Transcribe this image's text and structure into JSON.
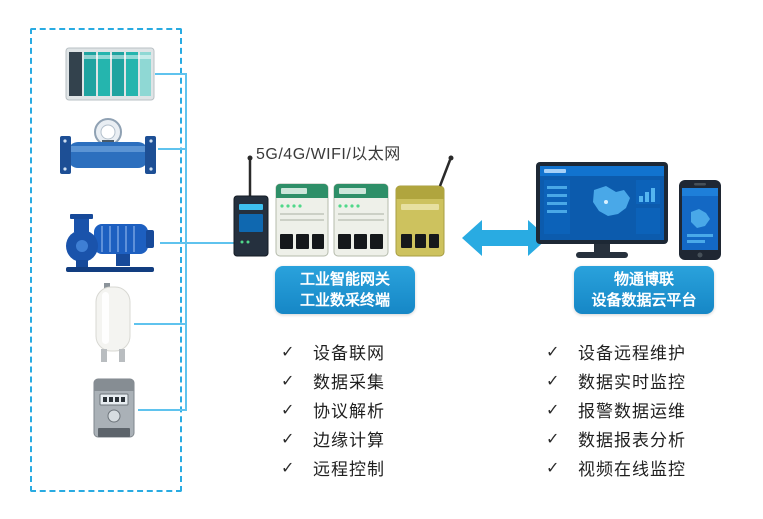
{
  "colors": {
    "accent": "#29ABE2",
    "label_box": "#1E96D3",
    "line": "#5FC3EE"
  },
  "checkmark": "✓",
  "middle": {
    "network_label": "5G/4G/WIFI/以太网",
    "box_line1": "工业智能网关",
    "box_line2": "工业数采终端",
    "features": [
      "设备联网",
      "数据采集",
      "协议解析",
      "边缘计算",
      "远程控制"
    ]
  },
  "right": {
    "box_line1": "物通博联",
    "box_line2": "设备数据云平台",
    "features": [
      "设备远程维护",
      "数据实时监控",
      "报警数据运维",
      "数据报表分析",
      "视频在线监控"
    ]
  }
}
